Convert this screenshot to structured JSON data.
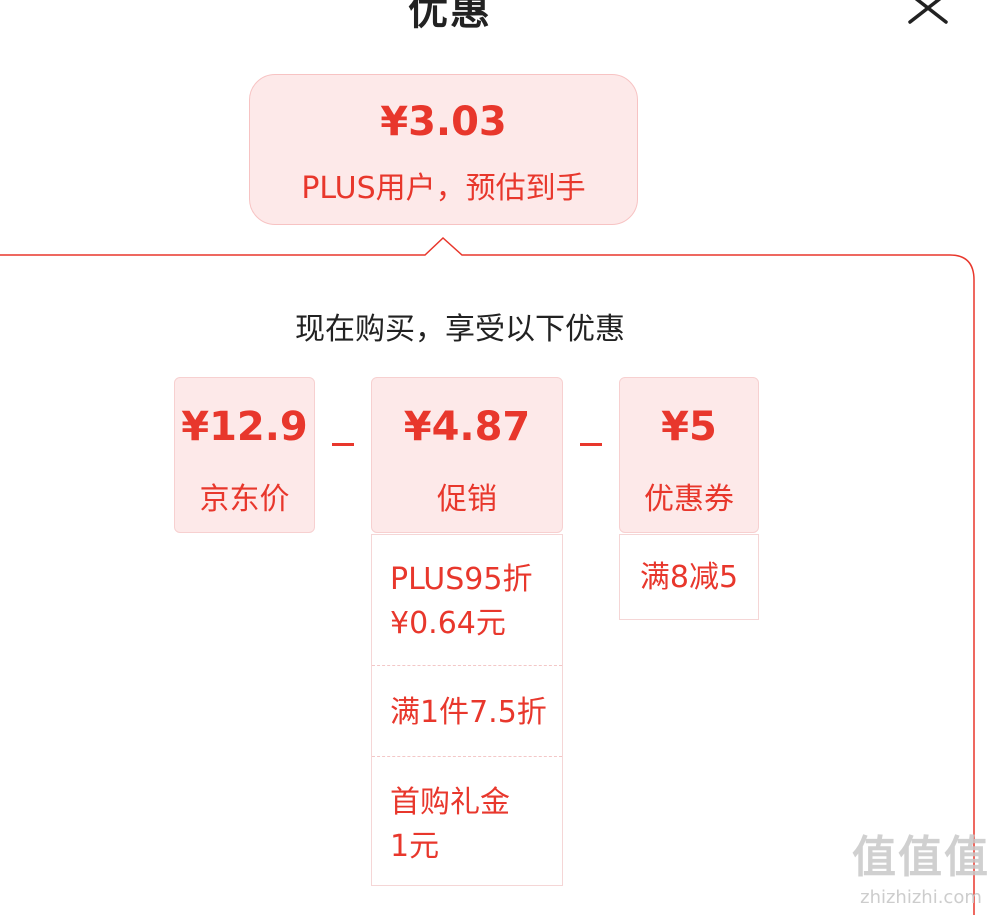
{
  "header": {
    "title": "优惠",
    "close_icon": "close-icon"
  },
  "summary": {
    "price": "¥3.03",
    "desc": "PLUS用户，预估到手"
  },
  "breakdown": {
    "subtitle": "现在购买，享受以下优惠",
    "jd_price": {
      "amount": "¥12.9",
      "label": "京东价"
    },
    "promotion": {
      "amount": "¥4.87",
      "label": "促销",
      "items": [
        {
          "line1": "PLUS95折",
          "line2": "¥0.64元"
        },
        {
          "line1": "满1件7.5折"
        },
        {
          "line1": "首购礼金",
          "line2": "1元"
        }
      ]
    },
    "coupon": {
      "amount": "¥5",
      "label": "优惠券",
      "items": [
        "满8减5"
      ]
    }
  },
  "watermark": {
    "glyphs": "值值值",
    "url": "zhizhizhi.com"
  },
  "colors": {
    "accent": "#e8372c",
    "box_bg": "#fde9e9"
  }
}
